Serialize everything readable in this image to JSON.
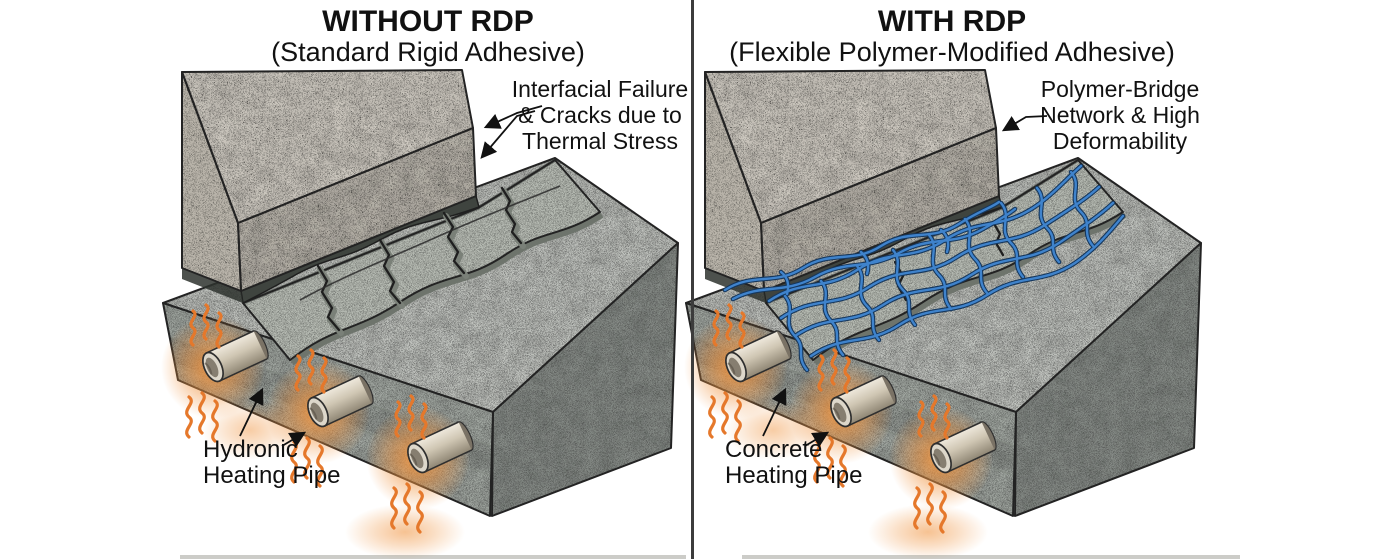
{
  "figure": {
    "left_panel": {
      "title": "WITHOUT RDP",
      "subtitle": "(Standard Rigid Adhesive)",
      "annotation_line1": "Interfacial Failure",
      "annotation_line2": "& Cracks due to",
      "annotation_line3": "Thermal Stress",
      "pipe_label_line1": "Hydronic",
      "pipe_label_line2": "Heating Pipe"
    },
    "right_panel": {
      "title": "WITH RDP",
      "subtitle": "(Flexible Polymer-Modified Adhesive)",
      "annotation_line1": "Polymer-Bridge",
      "annotation_line2": "Network & High",
      "annotation_line3": "Deformability",
      "pipe_label_line1": "Concrete",
      "pipe_label_line2": "Heating Pipe"
    },
    "colors": {
      "polymer_blue": "#3f83cc",
      "heat_orange": "#e5782b",
      "glow_orange": "#f09440",
      "granite_gray": "#d4cfc6",
      "concrete_gray": "#c9ccc7",
      "adhesive_dark": "#3f443f",
      "divider": "#3c3c3c",
      "text": "#111111"
    }
  }
}
